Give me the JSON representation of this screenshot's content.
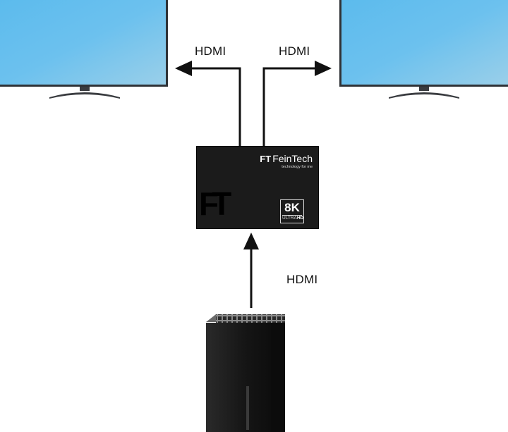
{
  "labels": {
    "output_left": "HDMI",
    "output_right": "HDMI",
    "input": "HDMI"
  },
  "splitter": {
    "brand_mark": "FT",
    "brand_name": "FeinTech",
    "tagline": "technology for me",
    "big_logo": "FT",
    "badge_resolution": "8K",
    "badge_sub_ultra": "ULTRA",
    "badge_sub_hd": "HD"
  },
  "colors": {
    "screen_top": "#4fb3e8",
    "screen_bottom": "#7ec8ef",
    "bezel": "#2f3236",
    "device": "#1b1b1b",
    "arrow": "#111111"
  }
}
